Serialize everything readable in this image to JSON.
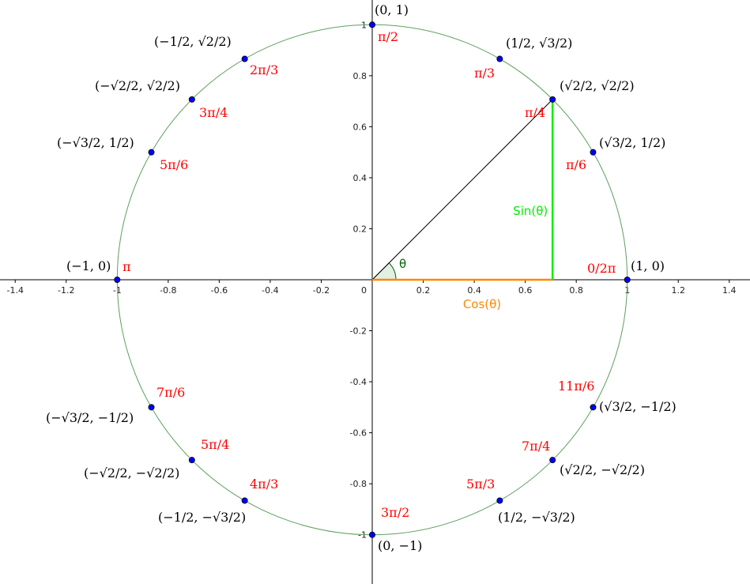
{
  "axes": {
    "x_ticks": [
      "-1.4",
      "-1.2",
      "-1",
      "-0.8",
      "-0.6",
      "-0.4",
      "-0.2",
      "0.2",
      "0.4",
      "0.6",
      "0.8",
      "1",
      "1.2",
      "1.4"
    ],
    "y_ticks": [
      "1",
      "0.8",
      "0.6",
      "0.4",
      "0.2",
      "-0.2",
      "-0.4",
      "-0.6",
      "-0.8",
      "-1"
    ],
    "origin_label": "0",
    "x_range": [
      -1.45,
      1.45
    ],
    "y_range": [
      -1.19,
      1.1
    ]
  },
  "triangle": {
    "angle_deg": 45,
    "theta_label": "θ",
    "sin_label": "Sin(θ)",
    "cos_label": "Cos(θ)"
  },
  "colors": {
    "circle": "#5f9f5f",
    "point": "#0000ff",
    "sin": "#00ee00",
    "cos": "#ff8800",
    "angle_label": "#ff0000",
    "theta": "#006400"
  },
  "points": [
    {
      "deg": 0,
      "angle": "0/2π",
      "coord": "(1, 0)",
      "inline": true
    },
    {
      "deg": 30,
      "angle": "π/6",
      "coord": [
        "√3/2",
        "1/2"
      ]
    },
    {
      "deg": 45,
      "angle": "π/4",
      "coord": [
        "√2/2",
        "√2/2"
      ]
    },
    {
      "deg": 60,
      "angle": "π/3",
      "coord": [
        "1/2",
        "√3/2"
      ]
    },
    {
      "deg": 90,
      "angle": "π/2",
      "coord": "(0, 1)",
      "inline": true
    },
    {
      "deg": 120,
      "angle": "2π/3",
      "coord": [
        "−1/2",
        "√2/2"
      ]
    },
    {
      "deg": 135,
      "angle": "3π/4",
      "coord": [
        "−√2/2",
        "√2/2"
      ]
    },
    {
      "deg": 150,
      "angle": "5π/6",
      "coord": [
        "−√3/2",
        "1/2"
      ]
    },
    {
      "deg": 180,
      "angle": "π",
      "coord": "(−1, 0)",
      "inline": true
    },
    {
      "deg": 210,
      "angle": "7π/6",
      "coord": [
        "−√3/2",
        "−1/2"
      ]
    },
    {
      "deg": 225,
      "angle": "5π/4",
      "coord": [
        "−√2/2",
        "−√2/2"
      ]
    },
    {
      "deg": 240,
      "angle": "4π/3",
      "coord": [
        "−1/2",
        "−√3/2"
      ]
    },
    {
      "deg": 270,
      "angle": "3π/2",
      "coord": "(0, −1)",
      "inline": true
    },
    {
      "deg": 300,
      "angle": "5π/3",
      "coord": [
        "1/2",
        "−√3/2"
      ]
    },
    {
      "deg": 315,
      "angle": "7π/4",
      "coord": [
        "√2/2",
        "−√2/2"
      ]
    },
    {
      "deg": 330,
      "angle": "11π/6",
      "coord": [
        "√3/2",
        "−1/2"
      ]
    }
  ]
}
